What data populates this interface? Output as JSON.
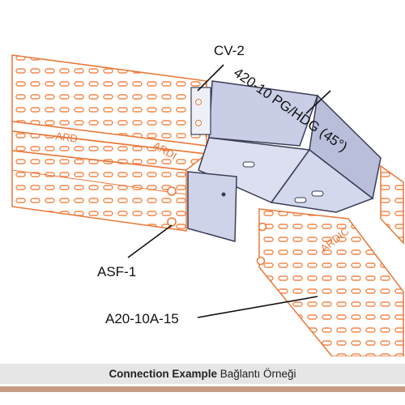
{
  "labels": {
    "cv2": "CV-2",
    "elbow": "420-10 PG/HDG (45°)",
    "asf1": "ASF-1",
    "a20": "A20-10A-15",
    "brand_left": "ARD",
    "brand_mid": "ARDI",
    "brand_right": "ARDIC"
  },
  "caption": {
    "bold": "Connection Example",
    "normal": "Bağlantı Örneği"
  },
  "colors": {
    "tray_outline": "#e8783a",
    "tray_slot": "#f0884a",
    "elbow_fill": "#c9cde6",
    "elbow_edge": "#3a3d55",
    "caption_band": "#e6e6e6",
    "rule": "#c79c84"
  }
}
